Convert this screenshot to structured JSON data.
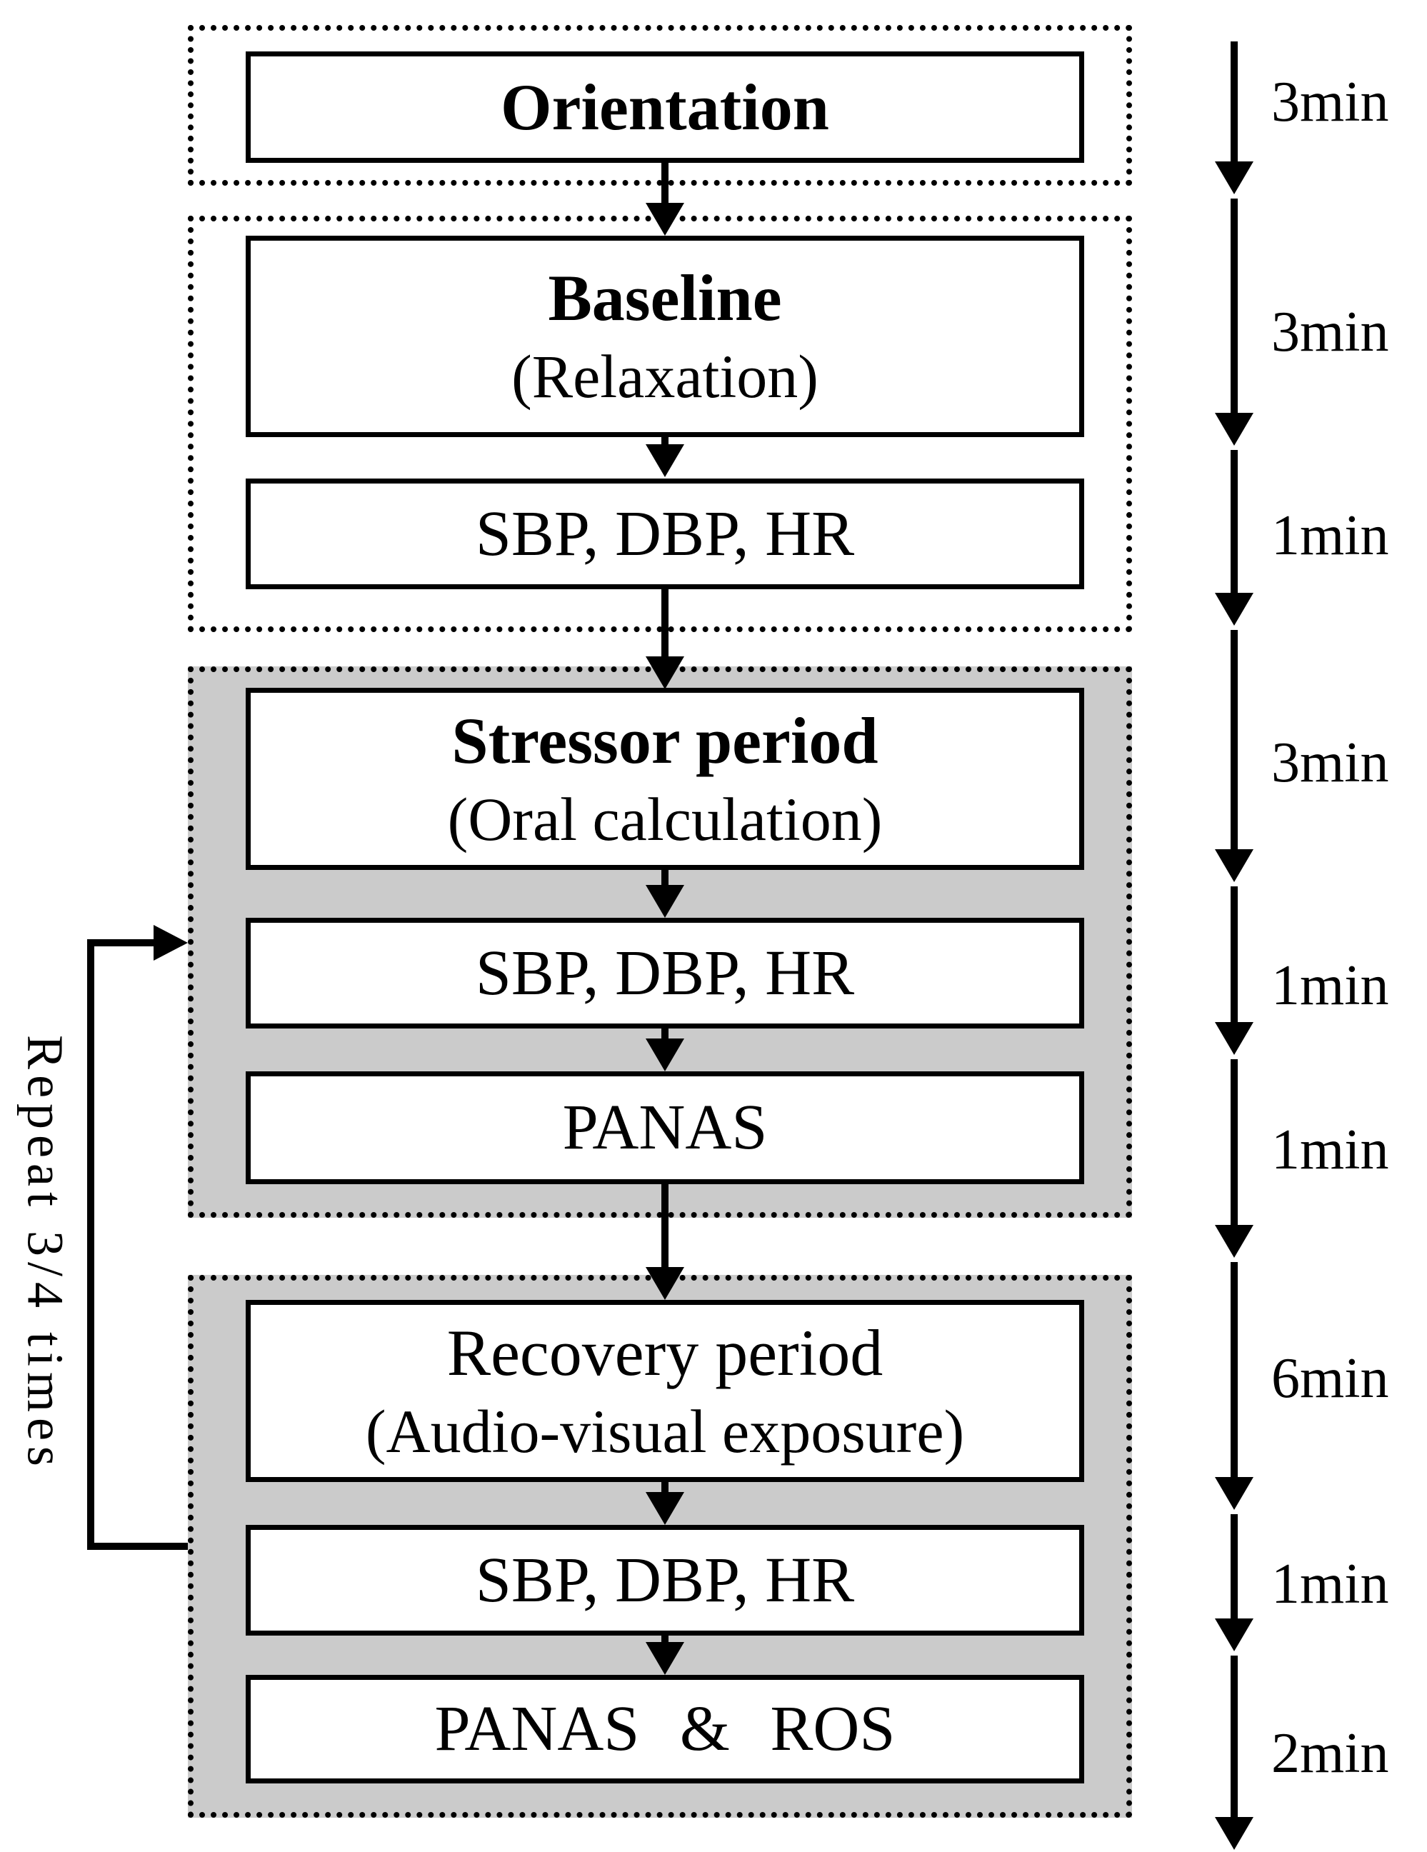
{
  "figure": {
    "colors": {
      "background": "#ffffff",
      "shaded_section_bg": "#cbcbcb",
      "line_and_border": "#000000"
    },
    "sections": [
      {
        "name": "orientation",
        "shaded": false,
        "boxes": [
          {
            "line1": "Orientation"
          }
        ]
      },
      {
        "name": "baseline",
        "shaded": false,
        "boxes": [
          {
            "line1": "Baseline",
            "line2": "(Relaxation)"
          },
          {
            "line1": "SBP, DBP, HR"
          }
        ]
      },
      {
        "name": "stressor",
        "shaded": true,
        "boxes": [
          {
            "line1": "Stressor period",
            "line2": "(Oral calculation)"
          },
          {
            "line1": "SBP, DBP, HR"
          },
          {
            "line1": "PANAS"
          }
        ]
      },
      {
        "name": "recovery",
        "shaded": true,
        "boxes": [
          {
            "line1": "Recovery period",
            "line2": "(Audio-visual exposure)"
          },
          {
            "line1": "SBP, DBP, HR"
          },
          {
            "line1": "PANAS & ROS"
          }
        ]
      }
    ],
    "timeline": {
      "labels": [
        "3min",
        "3min",
        "1min",
        "3min",
        "1min",
        "1min",
        "6min",
        "1min",
        "2min"
      ]
    },
    "repeat_label": "Repeat 3/4 times"
  }
}
